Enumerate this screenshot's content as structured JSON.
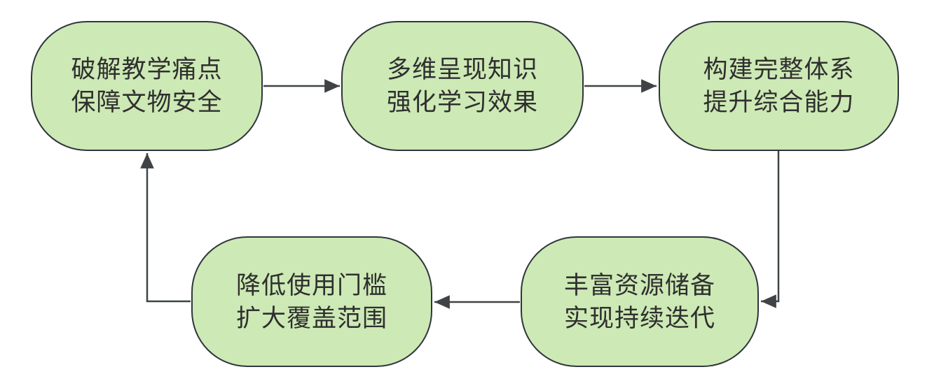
{
  "diagram": {
    "type": "cycle-flowchart",
    "nodes": [
      {
        "id": "n1",
        "lines": [
          "破解教学痛点",
          "保障文物安全"
        ]
      },
      {
        "id": "n2",
        "lines": [
          "多维呈现知识",
          "强化学习效果"
        ]
      },
      {
        "id": "n3",
        "lines": [
          "构建完整体系",
          "提升综合能力"
        ]
      },
      {
        "id": "n4",
        "lines": [
          "丰富资源储备",
          "实现持续迭代"
        ]
      },
      {
        "id": "n5",
        "lines": [
          "降低使用门槛",
          "扩大覆盖范围"
        ]
      }
    ],
    "edges": [
      {
        "from": "n1",
        "to": "n2"
      },
      {
        "from": "n2",
        "to": "n3"
      },
      {
        "from": "n3",
        "to": "n4"
      },
      {
        "from": "n4",
        "to": "n5"
      },
      {
        "from": "n5",
        "to": "n1"
      }
    ]
  },
  "colors": {
    "background": "#ffffff",
    "node_fill": "#cde9b5",
    "node_border": "#2f363c",
    "arrow": "#3f4346",
    "text": "#2f2f2f"
  }
}
